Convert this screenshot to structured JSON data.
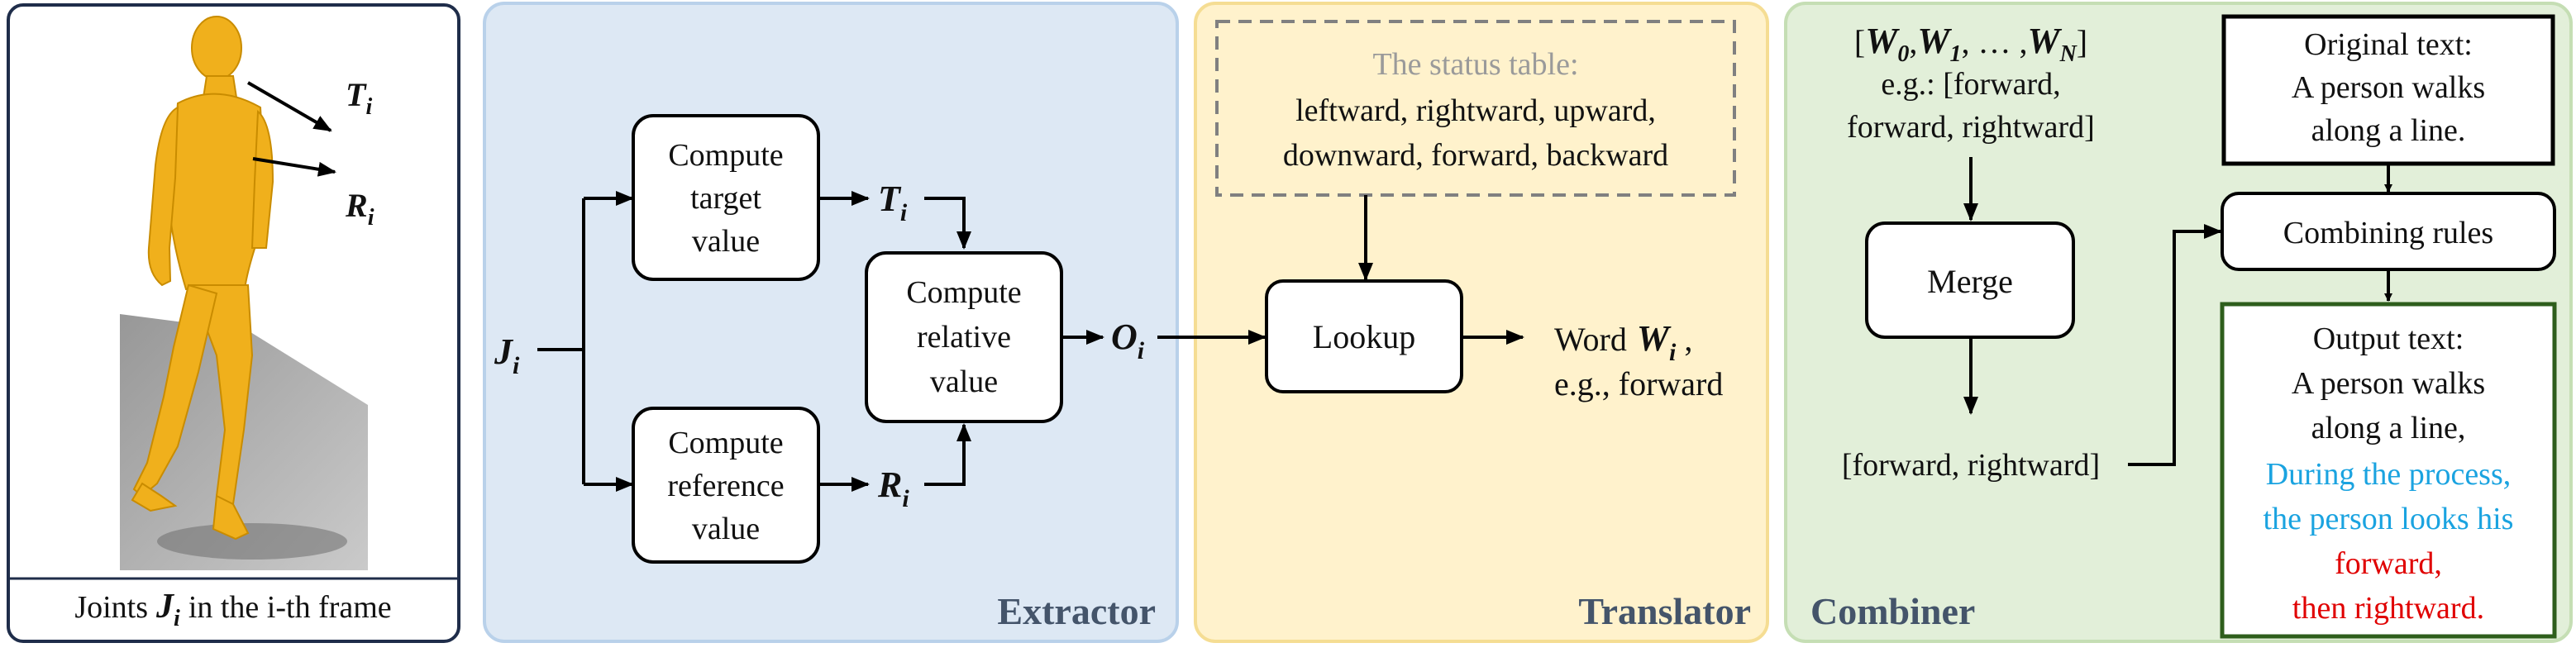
{
  "panel1": {
    "caption_pre": "Joints",
    "caption_var": "J",
    "caption_sub": "i",
    "caption_post": "in the i-th frame",
    "arrow_t_var": "T",
    "arrow_t_sub": "i",
    "arrow_r_var": "R",
    "arrow_r_sub": "i"
  },
  "extractor": {
    "title": "Extractor",
    "input_var": "J",
    "input_sub": "i",
    "box_target": [
      "Compute",
      "target",
      "value"
    ],
    "box_reference": [
      "Compute",
      "reference",
      "value"
    ],
    "box_relative": [
      "Compute",
      "relative",
      "value"
    ],
    "t_var": "T",
    "t_sub": "i",
    "r_var": "R",
    "r_sub": "i",
    "o_var": "O",
    "o_sub": "i"
  },
  "translator": {
    "title": "Translator",
    "status_title": "The status table:",
    "status_line1": "leftward, rightward, upward,",
    "status_line2": "downward, forward, backward",
    "lookup": "Lookup",
    "word_pre": "Word",
    "word_var": "W",
    "word_sub": "i",
    "word_post": ",",
    "word_example": "e.g., forward"
  },
  "combiner": {
    "title": "Combiner",
    "seq_open": "[",
    "seq_w0": "W",
    "seq_w0_sub": "0",
    "seq_w1": "W",
    "seq_w1_sub": "1",
    "seq_dots": ", … ,",
    "seq_wn": "W",
    "seq_wn_sub": "N",
    "seq_close": "]",
    "example_line1": "e.g.: [forward,",
    "example_line2": "forward, rightward]",
    "merge": "Merge",
    "merged": "[forward, rightward]",
    "original_title": "Original text:",
    "original_line1": "A person walks",
    "original_line2": "along a line.",
    "rules": "Combining rules",
    "output_title": "Output text:",
    "output_line1": "A person walks",
    "output_line2": "along a line,",
    "output_blue1": "During the process,",
    "output_blue2": "the person looks his",
    "output_red1": "forward,",
    "output_red2": "then rightward."
  },
  "colors": {
    "extractor_bg": "#dde8f4",
    "extractor_border": "#b9d1ea",
    "translator_bg": "#fff2cc",
    "translator_border": "#f5dd93",
    "combiner_bg": "#e2efd9",
    "combiner_border": "#c5deb4",
    "title_text": "#44546a",
    "output_blue": "#1aa3e0",
    "output_red": "#e00000",
    "output_border": "#2e5e1c",
    "figure": "#f0b01c",
    "floor": "#9a9a9a"
  }
}
